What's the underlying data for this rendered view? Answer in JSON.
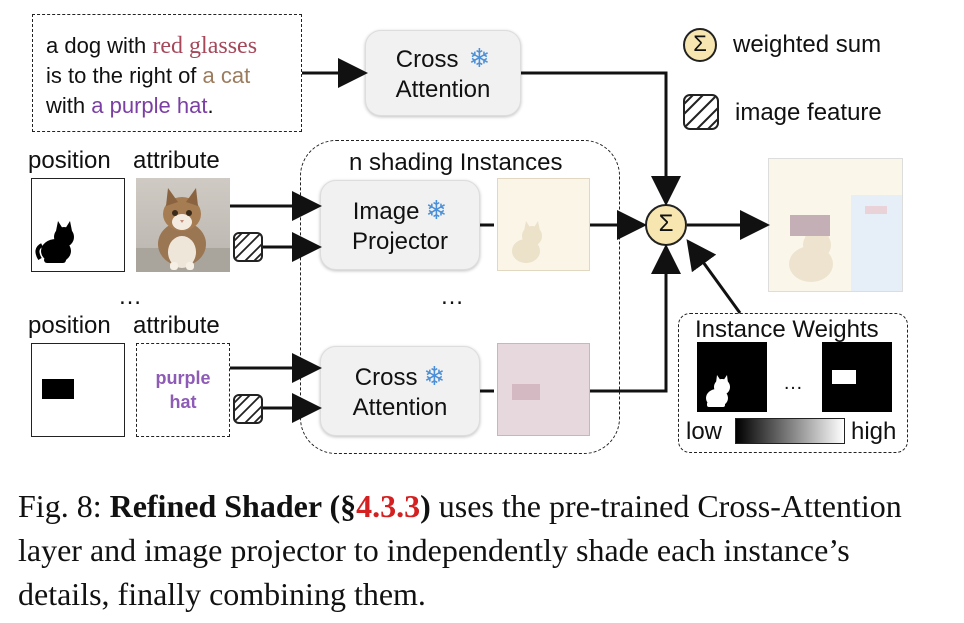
{
  "prompt": {
    "line1_a": "a dog with ",
    "line1_b": "red glasses",
    "line2_a": "is to the right of ",
    "line2_b": "a cat",
    "line3_a": "with ",
    "line3_b": "a purple hat",
    "line3_c": ".",
    "colors": {
      "red_glasses": "#a5485a",
      "cat": "#9b7c5e",
      "purple_hat": "#7b3fa4"
    }
  },
  "cross_attention_top": {
    "line1": "Cross",
    "line2": "Attention"
  },
  "legend": {
    "sum_symbol": "Σ",
    "weighted_sum": "weighted sum",
    "image_feature": "image feature"
  },
  "row1": {
    "position": "position",
    "attribute": "attribute"
  },
  "row2": {
    "position": "position",
    "attribute": "attribute",
    "attr_text_1": "purple",
    "attr_text_2": "hat"
  },
  "ellipsis": "…",
  "group": {
    "title": "n shading Instances"
  },
  "image_projector": {
    "line1": "Image",
    "line2": "Projector"
  },
  "cross_attention_bottom": {
    "line1": "Cross",
    "line2": "Attention"
  },
  "instance_weights": {
    "title": "Instance Weights",
    "low": "low",
    "high": "high"
  },
  "caption": {
    "prefix": "Fig. 8: ",
    "bold": "Refined Shader (§",
    "ref": "4.3.3",
    "bold_close": ")",
    "rest": " uses the pre-trained Cross-Attention layer and image projector to independently shade each instance’s details, finally combining them.",
    "ref_color": "#d42020"
  }
}
